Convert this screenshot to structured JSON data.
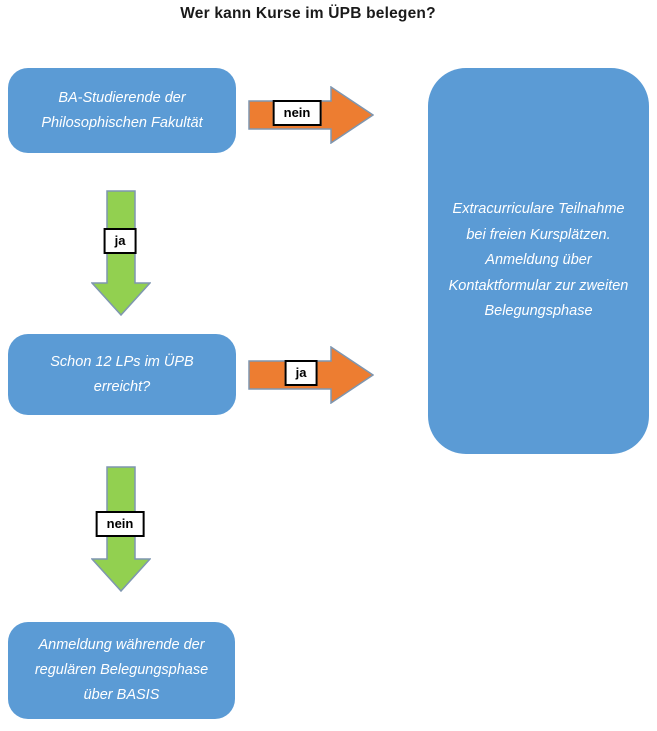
{
  "title": "Wer kann Kurse im ÜPB belegen?",
  "colors": {
    "node_fill": "#5b9bd5",
    "node_text": "#ffffff",
    "arrow_right_fill": "#ed7d31",
    "arrow_down_fill": "#92d050",
    "arrow_outline": "#7e96b0",
    "label_background": "#ffffff",
    "label_border": "#000000"
  },
  "nodes": {
    "start": {
      "text": "BA-Studierende der Philosophischen Fakultät"
    },
    "question": {
      "text": "Schon 12 LPs im ÜPB erreicht?"
    },
    "extracurricular": {
      "text": "Extracurriculare Teilnahme bei freien Kursplätzen. Anmeldung über Kontaktformular zur zweiten Belegungsphase"
    },
    "regular": {
      "text": "Anmeldung währende der regulären Belegungsphase über BASIS"
    }
  },
  "edges": {
    "start_no": {
      "label": "nein"
    },
    "start_yes": {
      "label": "ja"
    },
    "question_yes": {
      "label": "ja"
    },
    "question_no": {
      "label": "nein"
    }
  }
}
